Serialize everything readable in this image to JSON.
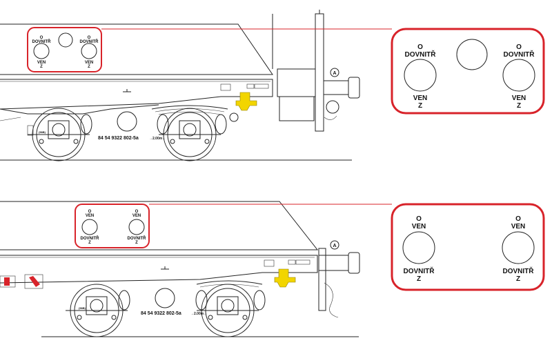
{
  "colors": {
    "highlight": "#d8232a",
    "coupler": "#f2d500",
    "line": "#222222"
  },
  "top": {
    "small_panel": {
      "left_top": "O",
      "left_label": "DOVNITŘ",
      "left_bottom_1": "VEN",
      "left_bottom_2": "Z",
      "right_top": "O",
      "right_label": "DOVNITŘ",
      "right_bottom_1": "VEN",
      "right_bottom_2": "Z"
    },
    "large_panel": {
      "left_top": "O",
      "left_label": "DOVNITŘ",
      "left_bottom_1": "VEN",
      "left_bottom_2": "Z",
      "right_top": "O",
      "right_label": "DOVNITŘ",
      "right_bottom_1": "VEN",
      "right_bottom_2": "Z"
    },
    "wagon_number": "84 54 9322 802-5a",
    "spacing": "→2.00m←",
    "marker": "A",
    "plate_1": " ",
    "plate_2": " "
  },
  "bottom": {
    "small_panel": {
      "left_top": "O",
      "left_label": "VEN",
      "left_bottom_1": "DOVNITŘ",
      "left_bottom_2": "Z",
      "right_top": "O",
      "right_label": "VEN",
      "right_bottom_1": "DOVNITŘ",
      "right_bottom_2": "Z"
    },
    "large_panel": {
      "left_top": "O",
      "left_label": "VEN",
      "left_bottom_1": "DOVNITŘ",
      "left_bottom_2": "Z",
      "right_top": "O",
      "right_label": "VEN",
      "right_bottom_1": "DOVNITŘ",
      "right_bottom_2": "Z"
    },
    "wagon_number": "84 54 9322 802-5a",
    "spacing": "→2.00m←",
    "marker": "A"
  }
}
